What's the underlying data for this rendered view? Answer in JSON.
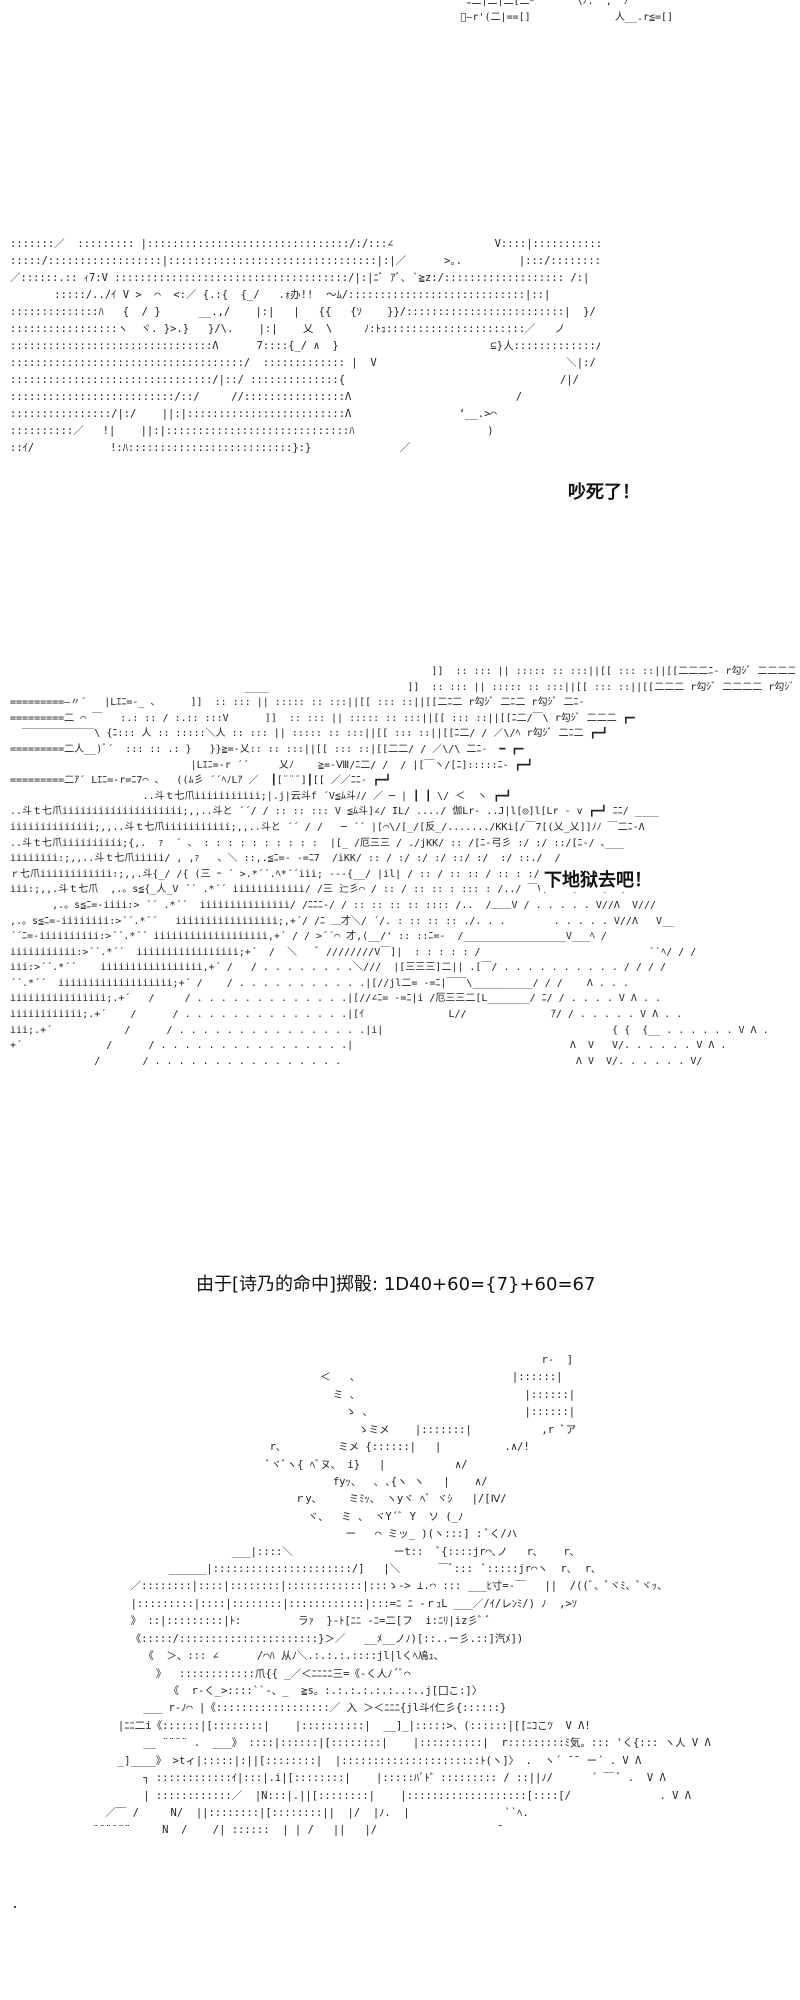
{
  "panel_1": {
    "art": "                     ﾆ二|二|二[二ｰ       \\ﾉ.  ,  ﾉ\n                    ﾞ―r'(二|==[]              人__.r≦=[]"
  },
  "panel_2": {
    "art": ":::::::／  ::::::::: |::::::::::::::::::::::::::::::::/:/:::∠                V::::|:::::::::::::::::::ﾊ\n:::::/::::::::::::::::::|:::::::::::::::::::::::::::::::::|:|／      >｡.         |:::/:::::::::::::::::::::::|\n／::::::.:: ｨ7:V :::::::::::::::::::::::::::::::::::::/|:|ﾆﾞ ｱﾞ､ `≧z:/::::::::::::::::::: /:|\n       :::::/../ｲ V >  ⌒  <:／ {.:{  {_/   .ｫ办!!  ～ﾑ/::::::::::::::::::::::::::::|::|\n::::::::::::::ﾊ   {  / }      __.,/    |:|   |   {{   {ｿ    }}/:::::::::::::::::::::::::|  }/\n:::::::::::::::::ヽ  ヾ. }>.}   }/\\.    |:|    乂  \\     ﾉ:ﾄｭ::::::::::::::::::::::／   ノ\n::::::::::::::::::::::::::::::::Λ      7::::{_/ ∧  }                        ⊆}人:::::::::::::/\n:::::::::::::::::::::::::::::::::::::/  ::::::::::::: |  V                              ＼|:/ }\n::::::::::::::::::::::::::::::::/|::/ ::::::::::::::{                                  /|/\n::::::::::::::::::::::::::/::/     //::::::::::::::::Λ                          /\n::::::::::::::::/|:/    ||:|:::::::::::::::::::::::::Λ                 ‘__.>⌒\n::::::::::／   !|    ||:|:::::::::::::::::::::::::::::ﾊ                     )\n::ｲ/            !:ﾊ::::::::::::::::::::::::::}:}              ／",
    "caption": "吵死了！"
  },
  "panel_3": {
    "art": "                                                                      ]]  :: ::: || ::::: :: :::||[[ ::: ::||[[二二二ﾆ- r勾ｼﾞ 二二二二 r勾ｼﾞ 二ﾆ二\n                                       ____                       ]]  :: ::: || ::::: :: :::||[[ ::: ::||[[二二二 r勾ｼﾞ 二二二二 r勾ｼﾞ 二二ﾆ-\n=========―〃´   |Lｴﾆ=-_ 、     ]]  :: ::: || ::::: :: :::||[[ ::: ::||[[二ﾆ二 r勾ｼﾞ 二ﾆ二 r勾ｼﾞ 二ﾆ-\n=========二 ⌒ ￣   :.: :: / :.:: :::V      ]]  :: ::: || ::::: :: :::||[[ ::: ::||[[ﾆ二/￣\\ r勾ｼﾞ 二二二 ┏━\n  ‾‾‾‾‾‾‾‾‾‾‾‾\\ {ﾆ::: 人 :: :::::＼人 :: ::: || ::::: :: :::||[[ ::: ::||[[ﾆ二/ / ／\\/ﾍ r勾ｼﾞ 二ﾆ二 ┏━┛\n=========二人__)ﾞ´  ::: :: .: }   }}≧=-乂:: :: :::||[[ ::: ::|[[二二/ / ／\\/\\ 二ﾆ-  ━ ┏━\n                              |Lｴﾆ=-r ´´     乂ﾉ    ≧=-Ⅷ/ﾆ二/ /  / |[￣ヽ/[ﾆ]:::::ﾆ- ┏━┛\n=========二ｱ´ Lｴﾆ=-r=ﾆ7⌒ 、  ((ﾑ彡 ´´ﾍﾉLｱ ／  ┃[¨¨¨]┃[[ ／／ﾆﾆ- ┏━┛\n                      ..斗ｔ七爪iiiiiiiiiii;|.j|云斗f ´V≦ﾑ斗ﾉ/ ／ ─ | ┃ ┃ \\/ ＜  ヽ ┏━┛\n..斗ｔ七爪iiiiiiiiiiiiiiiiiiii;,,..斗と ´´/ / :: :: ::: V ≦ﾑ斗]∠/ IL/ ..../ 伽Lr- ..J|l[◎]l[Lr - v ┏━┛ ﾆﾆ/ ____\niiiiiiiiiiiiii;,,..斗ｔ七爪iiiiiiiiiii;,,..斗と ´´ / /   ─ ´´ |[⌒\\/[_/[反_/......./KKi[/￣7[(乂_乂]]ﾉﾉ ￣二ﾆ-Λ\n..斗ｔ七爪iiiiiiiiii;{,.  ｧ  ´ 、 : : : : : : : : : :  |[_ /厄三三 / ./jKK/ :: /[ﾆ-弓彡 :/ :/ ::/[ﾆ-/ ､___\niiiiiiii:;,,..斗ｔ七爪iiiii/ , ,ｧ   、＼ ::,.≦ﾆ=- -=ﾆ7  /iKK/ :: / :/ :/ :/ ::/ :/  :/ ::./  /\nｒ七爪iiiiiiiiiiii:;,,.斗{_/ /{ (三 ｰ ´ >.*´´.ﾍ*´´iii; ---{__/ |il| / :: / :: :: / :: : :/ : /  {_／\niii:;,,.斗ｔ七爪  ,.。s≦{_人_V ´´ .*´´ iiiiiiiiiiii/ /三 辷彡⌒ / :: / :: :: : ::: : /../ ￣V/ .../.. V/  /  ￣\n       ,.。s≦ﾆ=-iiii:> ´´ .*´´  iiiiiiiiiiiiiii/ /ﾆﾆﾆ-/ / :: :: :: :: :::: /..  /＿＿V / . . . . . V//Λ  V///\n,.。s≦ﾆ=-iiiiiiii:>´´.*´´   iiiiiiiiiiiiiiiii;,+´/ /ﾆ ＿才＼/ ´/. : :: :: :: ./. . .        . . . . . V//Λ   V__\n´´ﾆ=-iiiiiiiiii:>´´.*´´ iiiiiiiiiiiiiiiiiii,+´ / / >´´⌒ 才,(__/' :: ::ﾆ=-  /_________________V___ﾍ /\niiiiiiiiiii:>´´.*´´  iiiiiiiiiiiiiiiii;+´  /  ＼   ﾞ ////////V￣]|  : : : : : /                            ``ﾍ/ / /\niii:>´´.*´´    iiiiiiiiiiiiiiiii,+´ /   / . . . . . . . .＼///  |[三三三]二|| .[￣/ . . . . . . . . . . / / / /\n´´.*´´  iiiiiiiiiiiiiiiiiii;+´ /    / . . . . . . . . . . .|[//jl二= -=ﾆ|￣￣\\__________/ / /    Λ . . .\niiiiiiiiiiiiiiii;.+´   /     / . . . . . . . . . . . . .|[//∠ﾆ= -=ﾆ|i /厄三三二[L_______/ ﾆ/ / . . . . V Λ . .\niiiiiiiiiiii;.+´    /      / . . . . . . . . . . . . . .|[ｲ              L//              ｱ/ / . . . . . V Λ . .\niii;.+´            /      / . . . . . . . . . . . . . . . .|i|                                      { {  {__ . . . . . . V Λ .\n+´              /      / . . . . . . . . . . . . . . . .|                                    Λ  V   V/. . . . . . V Λ .\n              /       / . . . . . . . . . . . . . . . .                                       Λ V  V/. . . . . . V/",
    "caption": "下地狱去吧！"
  },
  "dice_roll": {
    "text": "由于[诗乃的命中]掷骰: 1D40+60={7}+60=67"
  },
  "panel_4": {
    "art": "                                                                         r-  ]\n                                      ＜   、                        |::::::|\n                                        ミ 、                          |::::::|\n                                          ゝ 、                        |::::::|\n                                            ゝミメ    |:::::::|           ,r ﾞア\n                              r､         ミメ {::::::|   |          .∧/!\n                              ﾞヾﾞヽ{ ﾍﾞヌ、 i}   |           ∧/\n                                        fyｯ、  ､ ､{ヽ ヽ   |    ∧/\n                                  ｒy､     ミﾐｯ、 ヽyヾ ﾍﾞ ヾｼ   |/[Ⅳ/\n                                    ヾ、  ミ 、 ヾY´ﾞ Y  ソ (_ﾉ\n                                          ー   ⌒ ミッ_ )(ヽ:::] : ﾞく/ハ\n                        ___|::::＼                ーt::  ﾞ{::::jr⌒､ノ   r､    r､\n              ______|::::::::::::::::::::::/]   |＼      ￣ﾞ:::  ﾞ:::::jr⌒ヽ  r､  r､\n        ／::::::::|::::|::::::::|::::::::::::|:::ゝ-> ⊥.⌒ ::: ___ﾋ寸=-￣   ||  /((ﾞ、ﾞヾﾐ、ﾞヾｯ、\n        |:::::::::|::::|::::::::|::::::::::::|:::=ﾆ ﾆ -ｒｭL ___／/ｲ/レﾝﾐ/) ﾉ  ,>ｿ\n        》 ::|:::::::::|ﾄ:         ラｧ  }-ﾄ[ﾆﾆ -ﾆ=二[フ  i:ﾆﾘ|iz彡ﾞ ﾞ\n        《:::::/::::::::::::::::::::::}＞／   __ﾒ__ノﾉ)[::..ー彡.::]汽ﾒ])\n          《  ＞、::: ∠      /⌒ﾊ 从ﾉ＼.:.:.:.::::jl|lくﾍ鳰ｭ、\n            》  ::::::::::::爪{{ _／＜ﾆﾆﾆﾆ三=《-く人ﾉ´ﾞ⌒\n              《  r-く_>::::``-、_  ≧s。:.:.:.:.:.:..:..j[囗こ:]〉\n          ___ r-ﾉ⌒ |《::::::::::::::::::／ 入 ＞＜ﾆﾆﾆ{jl斗ｲ仁彡{::::::}\n      |ﾆﾆ二i《::::::|[::::::::|    |::::::::::|  __]_|:::::>、(::::::|[[ﾆｺこﾂ  V Λ!\n          __ ¨¨¨¨ .  ___》 ::::|::::::|[::::::::|    |::::::::::|  r:::::::::ﾐ気。::: 'く{::: ヽ人 V Λ\n      _]____》 >tィ|:::::|:||[::::::::|  |::::::::::::::::::::::ﾄ(ヽ]〉 .  ヽ´ ˉˉ ー´ . V Λ\n          ┐ ::::::::::::ｲ|:::|.i|[::::::::|    |:::::ﾊﾞﾄ゜::::::::: / ::||ﾉ/      ´ ￣ ﾞ .  V Λ\n          | ::::::::::::／  |N:::|.||[::::::::|    |:::::::::::::::::::[::::[/              . V Λ\n    ／￣ /     N/  ||::::::::|[::::::::||  |/  |ﾉ.  |               ``ﾍ.\n  ¨¨¨¨¨¨     N  /    /| ::::::  | | /   ||   |/                   ˉ"
  }
}
